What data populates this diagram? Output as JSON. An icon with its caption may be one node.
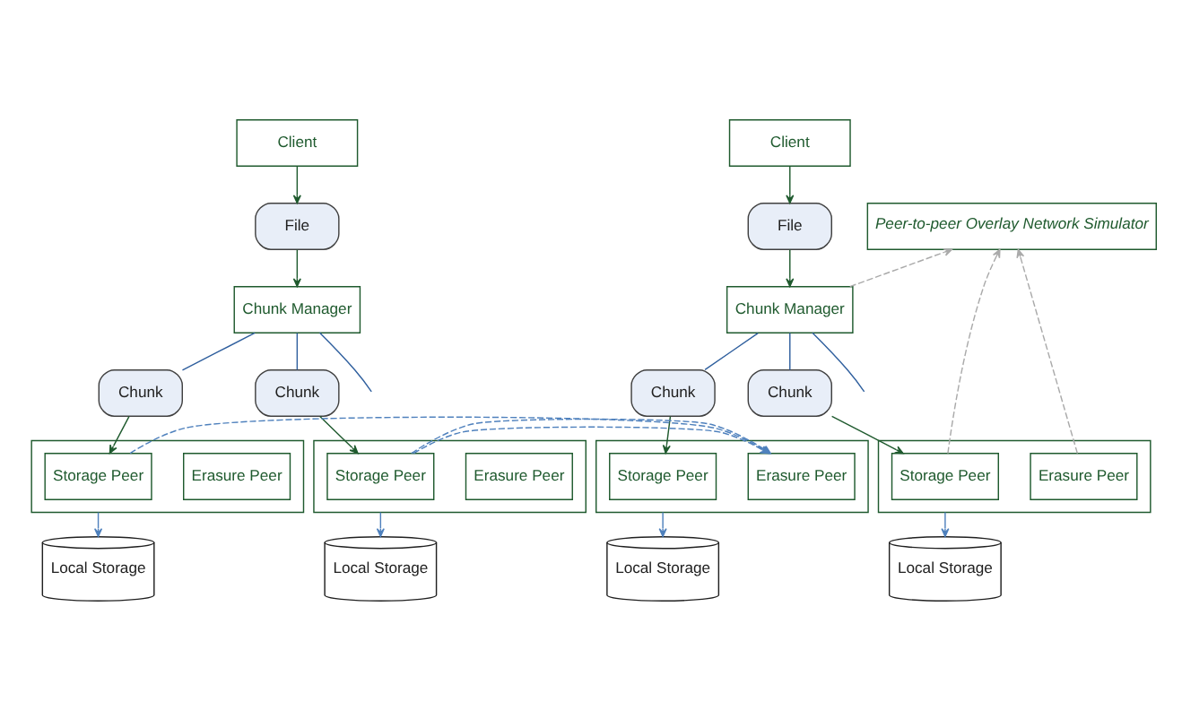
{
  "diagram": {
    "nodes": [
      {
        "text": [
          "Client"
        ]
      },
      {
        "text": [
          "File"
        ]
      },
      {
        "text": [
          "Chunk Manager"
        ]
      },
      {
        "text": [
          "Client"
        ]
      },
      {
        "text": [
          "File"
        ]
      },
      {
        "text": [
          "Chunk Manager"
        ]
      },
      {
        "text": [
          "Peer-to-peer Overlay Network Simulator"
        ]
      },
      {
        "text": [
          "Chunk"
        ]
      },
      {
        "text": [
          "Chunk"
        ]
      },
      {
        "text": [
          "Chunk"
        ]
      },
      {
        "text": [
          "Chunk"
        ]
      },
      {
        "text": [],
        "shape": "box"
      },
      {
        "text": [
          "Storage Peer"
        ],
        "in": 11
      },
      {
        "text": [
          "Erasure Peer"
        ],
        "in": 11
      },
      {
        "text": [],
        "shape": "box"
      },
      {
        "text": [
          "Storage Peer"
        ],
        "in": 14
      },
      {
        "text": [
          "Erasure Peer"
        ],
        "in": 14
      },
      {
        "text": [],
        "shape": "box"
      },
      {
        "text": [
          "Storage Peer"
        ],
        "in": 17
      },
      {
        "text": [
          "Erasure Peer"
        ],
        "in": 17
      },
      {
        "text": [],
        "shape": "box"
      },
      {
        "text": [
          "Storage Peer"
        ],
        "in": 20
      },
      {
        "text": [
          "Erasure Peer"
        ],
        "in": 20
      },
      {
        "text": [
          "Local Storage"
        ]
      },
      {
        "text": [
          "Local Storage"
        ]
      },
      {
        "text": [
          "Local Storage"
        ]
      },
      {
        "text": [
          "Local Storage"
        ]
      }
    ],
    "edges": [
      {
        "from": 0,
        "to": 1,
        "arrow": "to"
      },
      {
        "from": 1,
        "to": 2,
        "arrow": "to"
      },
      {
        "from": 3,
        "to": 4,
        "arrow": "to"
      },
      {
        "from": 4,
        "to": 5,
        "arrow": "to"
      },
      {
        "from": 2,
        "to": 7,
        "arrow": "none",
        "color": "#2f5f9e"
      },
      {
        "from": 2,
        "to": null,
        "arrow": "none",
        "color": "#2f5f9e"
      },
      {
        "from": 2,
        "to": 8,
        "arrow": "none",
        "color": "#2f5f9e"
      },
      {
        "from": 5,
        "to": 9,
        "arrow": "none",
        "color": "#2f5f9e"
      },
      {
        "from": 5,
        "to": null,
        "arrow": "none",
        "color": "#2f5f9e"
      },
      {
        "from": 5,
        "to": 10,
        "arrow": "none",
        "color": "#2f5f9e"
      },
      {
        "from": 5,
        "to": 6,
        "arrow": "to",
        "style": "dashed",
        "color": "#aaaaaa"
      },
      {
        "from": 7,
        "to": 12,
        "arrow": "to"
      },
      {
        "from": 8,
        "to": 15,
        "arrow": "to"
      },
      {
        "from": 9,
        "to": 18,
        "arrow": "to"
      },
      {
        "from": 10,
        "to": 21,
        "arrow": "to"
      },
      {
        "from": 12,
        "to": 19,
        "arrow": "to",
        "style": "dashed",
        "color": "#4f81bd"
      },
      {
        "from": 15,
        "to": 19,
        "arrow": "to",
        "style": "dashed",
        "color": "#4f81bd"
      },
      {
        "from": 21,
        "to": 6,
        "arrow": "to",
        "style": "dashed",
        "color": "#aaaaaa"
      },
      {
        "from": 22,
        "to": 6,
        "arrow": "to",
        "style": "dashed",
        "color": "#aaaaaa"
      },
      {
        "from": 11,
        "to": 23,
        "arrow": "to",
        "color": "#4f81bd"
      },
      {
        "from": 14,
        "to": 24,
        "arrow": "to",
        "color": "#4f81bd"
      },
      {
        "from": 17,
        "to": 25,
        "arrow": "to",
        "color": "#4f81bd"
      },
      {
        "from": 20,
        "to": 26,
        "arrow": "to",
        "color": "#4f81bd"
      }
    ]
  }
}
